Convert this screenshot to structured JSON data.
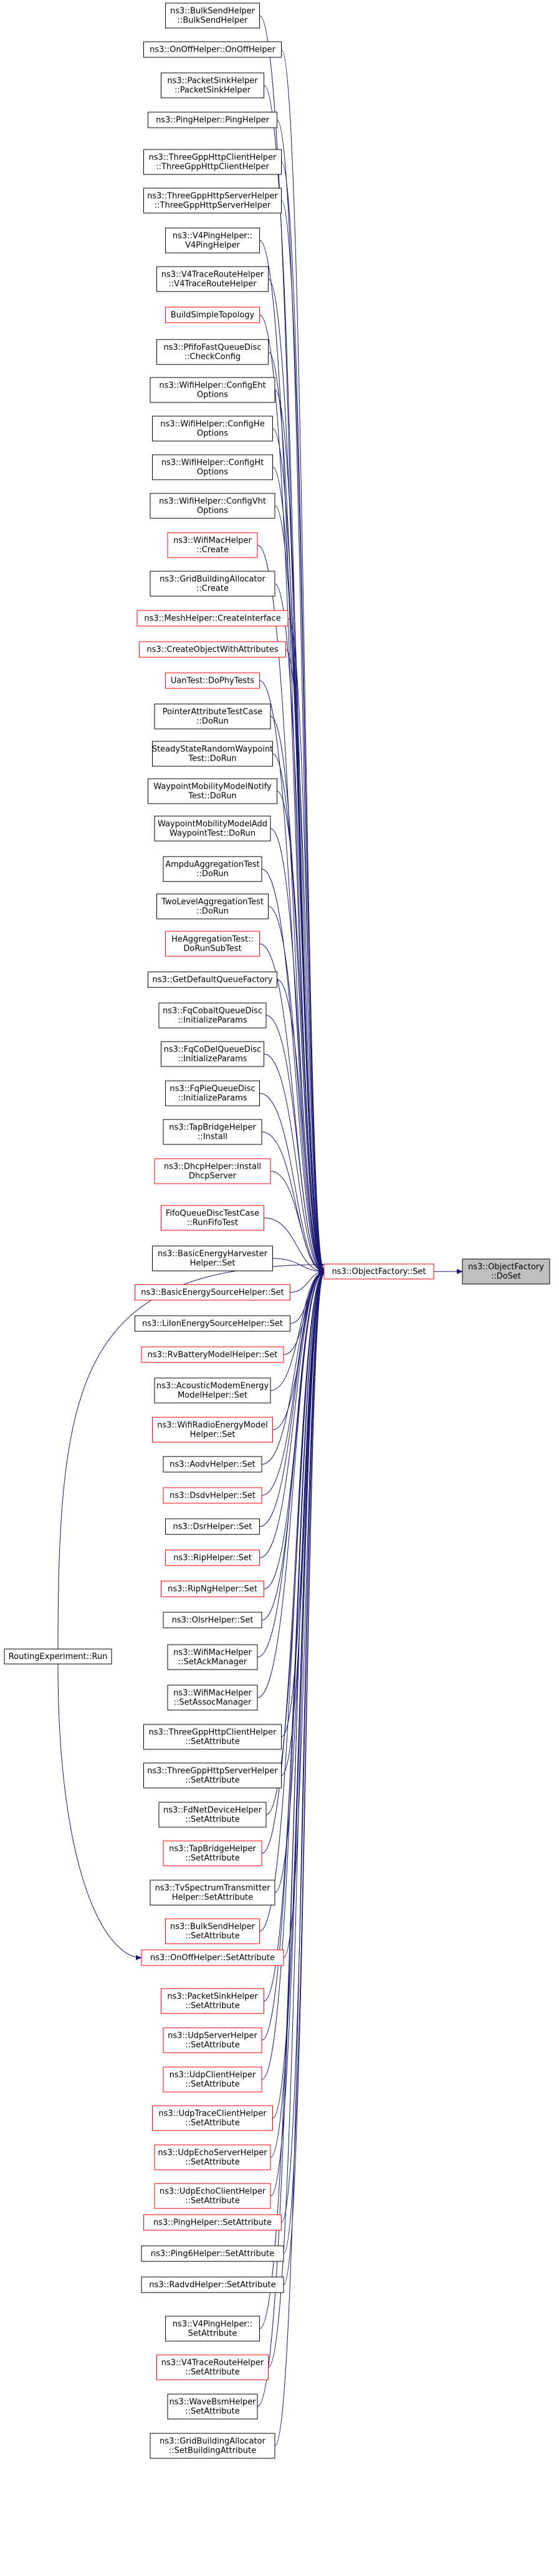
{
  "colors": {
    "edge": "#191970",
    "black_border": "#000000",
    "red_border": "#ff0000",
    "target_fill": "#bfbfbf",
    "node_fill": "#ffffff"
  },
  "target": {
    "lines": [
      "ns3::ObjectFactory",
      "::DoSet"
    ]
  },
  "hub": {
    "lines": [
      "ns3::ObjectFactory::Set"
    ]
  },
  "routing": {
    "lines": [
      "RoutingExperiment::Run"
    ]
  },
  "callers": [
    {
      "lines": [
        "ns3::BulkSendHelper",
        "::BulkSendHelper"
      ],
      "border": "black"
    },
    {
      "lines": [
        "ns3::OnOffHelper::OnOffHelper"
      ],
      "border": "black"
    },
    {
      "lines": [
        "ns3::PacketSinkHelper",
        "::PacketSinkHelper"
      ],
      "border": "black"
    },
    {
      "lines": [
        "ns3::PingHelper::PingHelper"
      ],
      "border": "black"
    },
    {
      "lines": [
        "ns3::ThreeGppHttpClientHelper",
        "::ThreeGppHttpClientHelper"
      ],
      "border": "black"
    },
    {
      "lines": [
        "ns3::ThreeGppHttpServerHelper",
        "::ThreeGppHttpServerHelper"
      ],
      "border": "black"
    },
    {
      "lines": [
        "ns3::V4PingHelper::",
        "V4PingHelper"
      ],
      "border": "black"
    },
    {
      "lines": [
        "ns3::V4TraceRouteHelper",
        "::V4TraceRouteHelper"
      ],
      "border": "black"
    },
    {
      "lines": [
        "BuildSimpleTopology"
      ],
      "border": "red"
    },
    {
      "lines": [
        "ns3::PfifoFastQueueDisc",
        "::CheckConfig"
      ],
      "border": "black"
    },
    {
      "lines": [
        "ns3::WifiHelper::ConfigEht",
        "Options"
      ],
      "border": "black"
    },
    {
      "lines": [
        "ns3::WifiHelper::ConfigHe",
        "Options"
      ],
      "border": "black"
    },
    {
      "lines": [
        "ns3::WifiHelper::ConfigHt",
        "Options"
      ],
      "border": "black"
    },
    {
      "lines": [
        "ns3::WifiHelper::ConfigVht",
        "Options"
      ],
      "border": "black"
    },
    {
      "lines": [
        "ns3::WifiMacHelper",
        "::Create"
      ],
      "border": "red"
    },
    {
      "lines": [
        "ns3::GridBuildingAllocator",
        "::Create"
      ],
      "border": "black"
    },
    {
      "lines": [
        "ns3::MeshHelper::CreateInterface"
      ],
      "border": "red"
    },
    {
      "lines": [
        "ns3::CreateObjectWithAttributes"
      ],
      "border": "red"
    },
    {
      "lines": [
        "UanTest::DoPhyTests"
      ],
      "border": "red"
    },
    {
      "lines": [
        "PointerAttributeTestCase",
        "::DoRun"
      ],
      "border": "black"
    },
    {
      "lines": [
        "SteadyStateRandomWaypoint",
        "Test::DoRun"
      ],
      "border": "black"
    },
    {
      "lines": [
        "WaypointMobilityModelNotify",
        "Test::DoRun"
      ],
      "border": "black"
    },
    {
      "lines": [
        "WaypointMobilityModelAdd",
        "WaypointTest::DoRun"
      ],
      "border": "black"
    },
    {
      "lines": [
        "AmpduAggregationTest",
        "::DoRun"
      ],
      "border": "black"
    },
    {
      "lines": [
        "TwoLevelAggregationTest",
        "::DoRun"
      ],
      "border": "black"
    },
    {
      "lines": [
        "HeAggregationTest::",
        "DoRunSubTest"
      ],
      "border": "red"
    },
    {
      "lines": [
        "ns3::GetDefaultQueueFactory"
      ],
      "border": "black"
    },
    {
      "lines": [
        "ns3::FqCobaltQueueDisc",
        "::InitializeParams"
      ],
      "border": "black"
    },
    {
      "lines": [
        "ns3::FqCoDelQueueDisc",
        "::InitializeParams"
      ],
      "border": "black"
    },
    {
      "lines": [
        "ns3::FqPieQueueDisc",
        "::InitializeParams"
      ],
      "border": "black"
    },
    {
      "lines": [
        "ns3::TapBridgeHelper",
        "::Install"
      ],
      "border": "black"
    },
    {
      "lines": [
        "ns3::DhcpHelper::Install",
        "DhcpServer"
      ],
      "border": "red"
    },
    {
      "lines": [
        "FifoQueueDiscTestCase",
        "::RunFifoTest"
      ],
      "border": "red"
    },
    {
      "lines": [
        "ns3::BasicEnergyHarvester",
        "Helper::Set"
      ],
      "border": "black"
    },
    {
      "lines": [
        "ns3::BasicEnergySourceHelper::Set"
      ],
      "border": "red"
    },
    {
      "lines": [
        "ns3::LiIonEnergySourceHelper::Set"
      ],
      "border": "black"
    },
    {
      "lines": [
        "ns3::RvBatteryModelHelper::Set"
      ],
      "border": "red"
    },
    {
      "lines": [
        "ns3::AcousticModemEnergy",
        "ModelHelper::Set"
      ],
      "border": "black"
    },
    {
      "lines": [
        "ns3::WifiRadioEnergyModel",
        "Helper::Set"
      ],
      "border": "red"
    },
    {
      "lines": [
        "ns3::AodvHelper::Set"
      ],
      "border": "black"
    },
    {
      "lines": [
        "ns3::DsdvHelper::Set"
      ],
      "border": "red"
    },
    {
      "lines": [
        "ns3::DsrHelper::Set"
      ],
      "border": "black"
    },
    {
      "lines": [
        "ns3::RipHelper::Set"
      ],
      "border": "red"
    },
    {
      "lines": [
        "ns3::RipNgHelper::Set"
      ],
      "border": "red"
    },
    {
      "lines": [
        "ns3::OlsrHelper::Set"
      ],
      "border": "black"
    },
    {
      "lines": [
        "ns3::WifiMacHelper",
        "::SetAckManager"
      ],
      "border": "black"
    },
    {
      "lines": [
        "ns3::WifiMacHelper",
        "::SetAssocManager"
      ],
      "border": "black"
    },
    {
      "lines": [
        "ns3::ThreeGppHttpClientHelper",
        "::SetAttribute"
      ],
      "border": "black"
    },
    {
      "lines": [
        "ns3::ThreeGppHttpServerHelper",
        "::SetAttribute"
      ],
      "border": "black"
    },
    {
      "lines": [
        "ns3::FdNetDeviceHelper",
        "::SetAttribute"
      ],
      "border": "black"
    },
    {
      "lines": [
        "ns3::TapBridgeHelper",
        "::SetAttribute"
      ],
      "border": "red"
    },
    {
      "lines": [
        "ns3::TvSpectrumTransmitter",
        "Helper::SetAttribute"
      ],
      "border": "black"
    },
    {
      "lines": [
        "ns3::BulkSendHelper",
        "::SetAttribute"
      ],
      "border": "red"
    },
    {
      "lines": [
        "ns3::OnOffHelper::SetAttribute"
      ],
      "border": "red"
    },
    {
      "lines": [
        "ns3::PacketSinkHelper",
        "::SetAttribute"
      ],
      "border": "red"
    },
    {
      "lines": [
        "ns3::UdpServerHelper",
        "::SetAttribute"
      ],
      "border": "red"
    },
    {
      "lines": [
        "ns3::UdpClientHelper",
        "::SetAttribute"
      ],
      "border": "red"
    },
    {
      "lines": [
        "ns3::UdpTraceClientHelper",
        "::SetAttribute"
      ],
      "border": "red"
    },
    {
      "lines": [
        "ns3::UdpEchoServerHelper",
        "::SetAttribute"
      ],
      "border": "red"
    },
    {
      "lines": [
        "ns3::UdpEchoClientHelper",
        "::SetAttribute"
      ],
      "border": "red"
    },
    {
      "lines": [
        "ns3::PingHelper::SetAttribute"
      ],
      "border": "red"
    },
    {
      "lines": [
        "ns3::Ping6Helper::SetAttribute"
      ],
      "border": "black"
    },
    {
      "lines": [
        "ns3::RadvdHelper::SetAttribute"
      ],
      "border": "black"
    },
    {
      "lines": [
        "ns3::V4PingHelper::",
        "SetAttribute"
      ],
      "border": "black"
    },
    {
      "lines": [
        "ns3::V4TraceRouteHelper",
        "::SetAttribute"
      ],
      "border": "red"
    },
    {
      "lines": [
        "ns3::WaveBsmHelper",
        "::SetAttribute"
      ],
      "border": "black"
    },
    {
      "lines": [
        "ns3::GridBuildingAllocator",
        "::SetBuildingAttribute"
      ],
      "border": "black"
    }
  ]
}
